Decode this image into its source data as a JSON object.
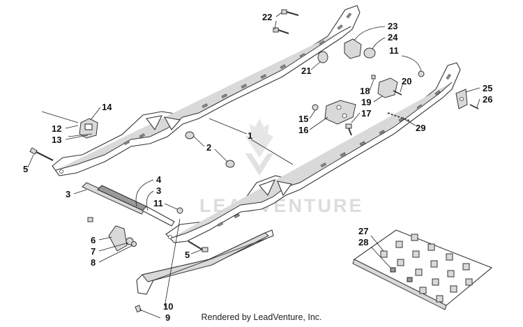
{
  "diagram": {
    "callouts": [
      "1",
      "2",
      "3",
      "3",
      "4",
      "5",
      "5",
      "6",
      "7",
      "8",
      "9",
      "10",
      "11",
      "11",
      "12",
      "13",
      "14",
      "15",
      "16",
      "17",
      "18",
      "19",
      "20",
      "21",
      "22",
      "23",
      "24",
      "25",
      "26",
      "27",
      "28",
      "29"
    ],
    "watermark": "LEADVENTURE",
    "footer": "Rendered by LeadVenture, Inc."
  }
}
